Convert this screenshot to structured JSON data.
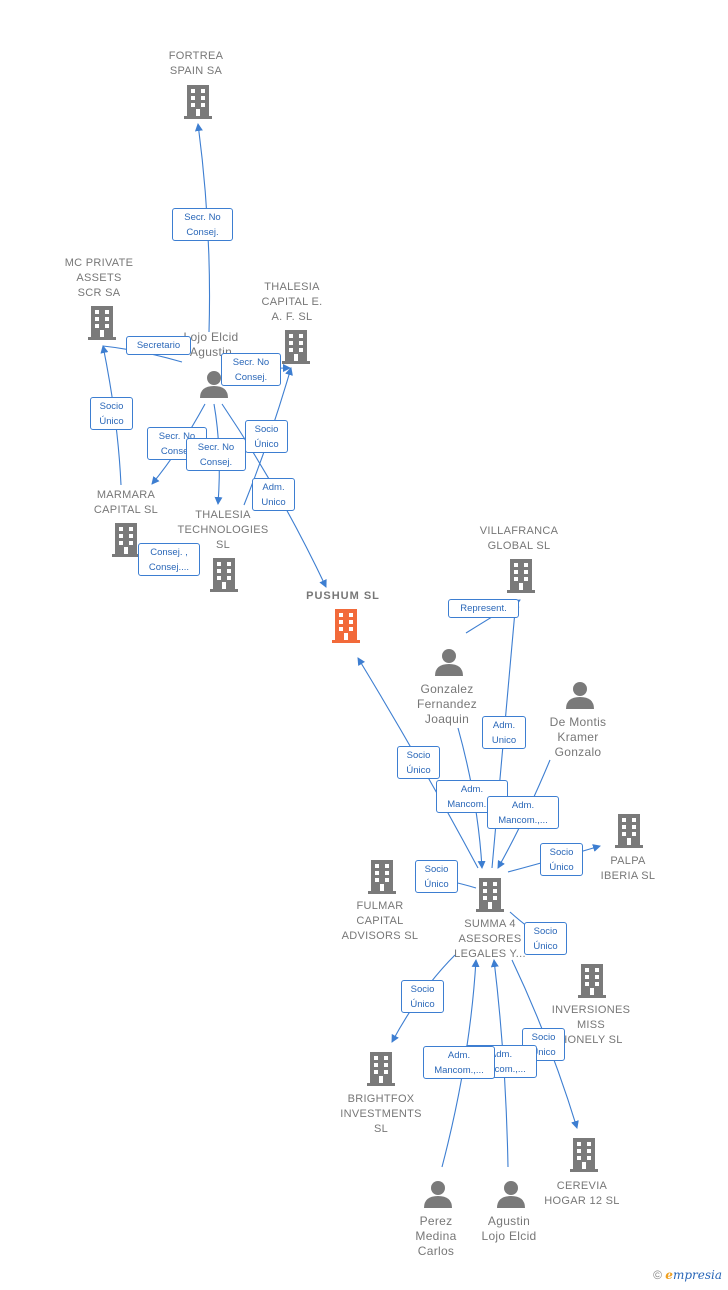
{
  "colors": {
    "edge": "#3d7ed1",
    "icon": "#7a7a7a",
    "focus": "#f26a3a"
  },
  "nodes": {
    "fortrea": {
      "label": "FORTREA\nSPAIN SA",
      "kind": "company"
    },
    "mcprivate": {
      "label": "MC PRIVATE\nASSETS\nSCR SA",
      "kind": "company"
    },
    "thaleciacap": {
      "label": "THALESIA\nCAPITAL E.\nA. F.  SL",
      "kind": "company"
    },
    "lojo": {
      "label": "Lojo Elcid\nAgustin",
      "kind": "person"
    },
    "marmara": {
      "label": "MARMARA\nCAPITAL SL",
      "kind": "company"
    },
    "thaltech": {
      "label": "THALESIA\nTECHNOLOGIES\nSL",
      "kind": "company"
    },
    "pushum": {
      "label": "PUSHUM  SL",
      "kind": "focus"
    },
    "villafranca": {
      "label": "VILLAFRANCA\nGLOBAL  SL",
      "kind": "company"
    },
    "gonzalez": {
      "label": "Gonzalez\nFernandez\nJoaquin",
      "kind": "person"
    },
    "demontis": {
      "label": "De Montis\nKramer\nGonzalo",
      "kind": "person"
    },
    "palpa": {
      "label": "PALPA\nIBERIA  SL",
      "kind": "company"
    },
    "fulmar": {
      "label": "FULMAR\nCAPITAL\nADVISORS  SL",
      "kind": "company"
    },
    "summa": {
      "label": "SUMMA 4\nASESORES\nLEGALES Y...",
      "kind": "company"
    },
    "inversiones": {
      "label": "INVERSIONES\nMISS\nHONELY  SL",
      "kind": "company"
    },
    "brightfox": {
      "label": "BRIGHTFOX\nINVESTMENTS\nSL",
      "kind": "company"
    },
    "cerevia": {
      "label": "CEREVIA\nHOGAR 12 SL",
      "kind": "company"
    },
    "perez": {
      "label": "Perez\nMedina\nCarlos",
      "kind": "person"
    },
    "agustin": {
      "label": "Agustin\nLojo Elcid",
      "kind": "person"
    }
  },
  "edge_labels": {
    "e1": "Secr.  No\nConsej.",
    "e2": "Secretario",
    "e3": "Secr.  No\nConsej.",
    "e4": "Socio\nÚnico",
    "e5": "Secr.  No\nConsej.",
    "e6": "Secr.  No\nConsej.",
    "e7": "Socio\nÚnico",
    "e8": "Adm.\nUnico",
    "e9": "Consej. ,\nConsej....",
    "e10": "Represent.",
    "e11": "Adm.\nUnico",
    "e12": "Socio\nÚnico",
    "e13": "Adm.\nMancom.,...",
    "e14": "Adm.\nMancom.,...",
    "e15": "Socio\nÚnico",
    "e16": "Socio\nÚnico",
    "e17": "Socio\nÚnico",
    "e18": "Socio\nÚnico",
    "e19": "Socio\nÚnico",
    "e20": "Adm.\nMancom.,...",
    "e21": "Adm.\nMancom.,..."
  },
  "watermark": {
    "symbol": "©",
    "brand_initial": "e",
    "brand_rest": "mpresia"
  }
}
